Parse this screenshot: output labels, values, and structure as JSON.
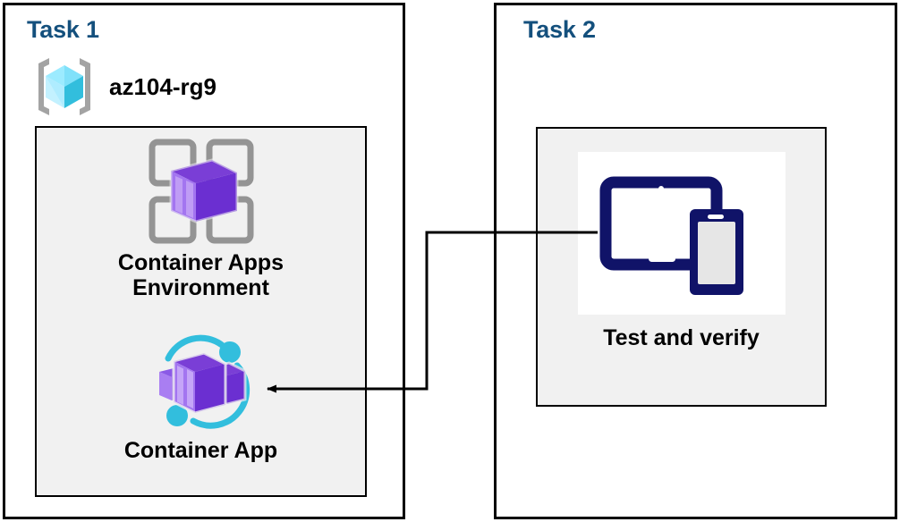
{
  "diagram": {
    "title_color": "#14507d",
    "background": "#ffffff",
    "panel_fill": "#f1f1f1",
    "border_color": "#000000"
  },
  "task1": {
    "title": "Task 1",
    "resource_group": {
      "label": "az104-rg9",
      "icon": "resource-group-icon",
      "icon_color": "#50e6ff",
      "bracket_color": "#a0a0a0"
    },
    "nodes": [
      {
        "label": "Container Apps\nEnvironment",
        "icon": "container-apps-environment-icon",
        "icon_color": "#7a3ed6",
        "grid_color": "#949494"
      },
      {
        "label": "Container App",
        "icon": "container-app-icon",
        "icon_color": "#7a3ed6",
        "accent_color": "#32bedd"
      }
    ]
  },
  "task2": {
    "title": "Task 2",
    "nodes": [
      {
        "label": "Test and verify",
        "icon": "test-and-verify-devices-icon",
        "icon_color": "#101368",
        "icon_background": "#ffffff"
      }
    ]
  },
  "connector": {
    "label": "",
    "from": "Test and verify",
    "to": "Container App",
    "color": "#000000",
    "direction": "left"
  }
}
